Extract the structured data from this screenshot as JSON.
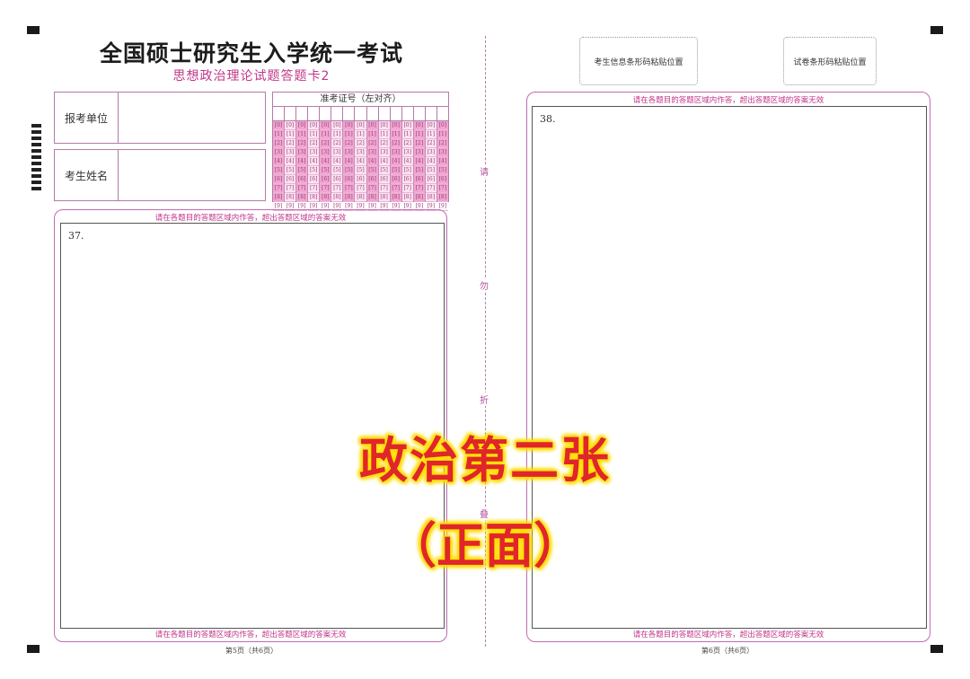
{
  "header": {
    "title": "全国硕士研究生入学统一考试",
    "subtitle": "思想政治理论试题答题卡2"
  },
  "candidate_info": {
    "unit_label": "报考单位",
    "name_label": "考生姓名"
  },
  "id_grid": {
    "header": "准考证号（左对齐）",
    "columns": 15,
    "digits": [
      "0",
      "1",
      "2",
      "3",
      "4",
      "5",
      "6",
      "7",
      "8",
      "9"
    ]
  },
  "barcodes": {
    "candidate_barcode": "考生信息条形码粘贴位置",
    "paper_barcode": "试卷条形码粘贴位置"
  },
  "fold_line": {
    "chars": [
      "请",
      "勿",
      "折",
      "叠"
    ]
  },
  "left_panel": {
    "top_note": "请在各题目的答题区域内作答，超出答题区域的答案无效",
    "question": "37.",
    "bottom_note": "请在各题目的答题区域内作答，超出答题区域的答案无效",
    "page_number": "第5页（共6页）"
  },
  "right_panel": {
    "top_note": "请在各题目的答题区域内作答，超出答题区域的答案无效",
    "question": "38.",
    "bottom_note": "请在各题目的答题区域内作答，超出答题区域的答案无效",
    "page_number": "第6页（共6页）"
  },
  "overlay": {
    "line1": "政治第二张",
    "line2": "（正面）"
  },
  "colors": {
    "accent": "#c0368a",
    "border": "#c26bb0",
    "overlay_text": "#e0262a",
    "overlay_glow": "#ffe600"
  }
}
